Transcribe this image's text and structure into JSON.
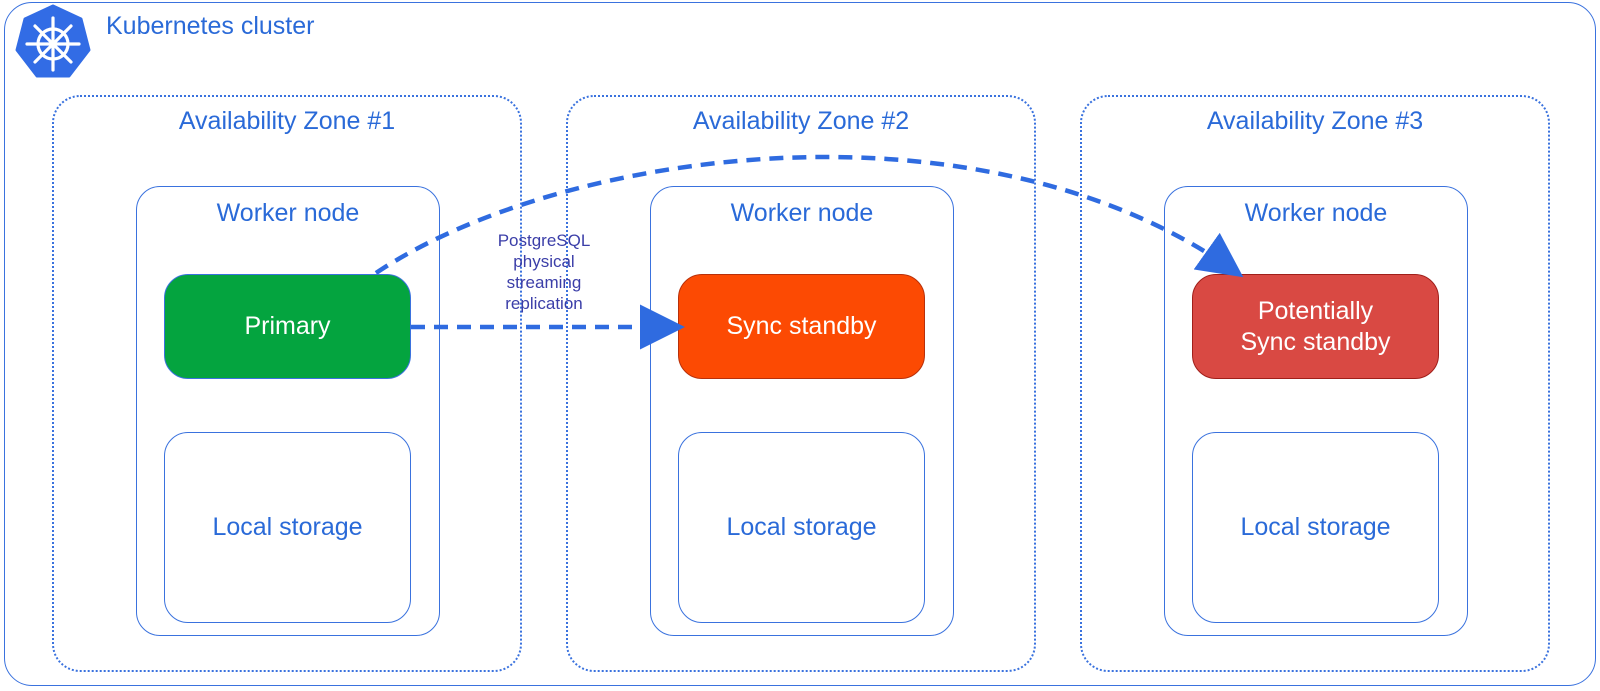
{
  "cluster": {
    "title": "Kubernetes cluster",
    "logo_icon": "kubernetes-helm-wheel-icon"
  },
  "zones": [
    {
      "title": "Availability Zone #1",
      "worker_node": {
        "title": "Worker node",
        "pod": "Primary",
        "pod_role": "primary",
        "storage": "Local storage"
      }
    },
    {
      "title": "Availability Zone #2",
      "worker_node": {
        "title": "Worker node",
        "pod": "Sync standby",
        "pod_role": "sync-standby",
        "storage": "Local storage"
      }
    },
    {
      "title": "Availability Zone #3",
      "worker_node": {
        "title": "Worker node",
        "pod_line1": "Potentially",
        "pod_line2": "Sync standby",
        "pod_role": "potential-sync-standby",
        "storage": "Local storage"
      }
    }
  ],
  "replication": {
    "label_lines": [
      "PostgreSQL",
      "physical",
      "streaming",
      "replication"
    ],
    "edges": [
      {
        "from": "Primary",
        "to": "Sync standby",
        "style": "dashed"
      },
      {
        "from": "Primary",
        "to": "Potentially Sync standby",
        "style": "dashed"
      }
    ]
  },
  "colors": {
    "outline": "#3a72de",
    "text": "#2a6ad8",
    "primary": "#04a43f",
    "sync_standby": "#fc4a03",
    "potential_standby": "#d94943",
    "label": "#3b3ea8"
  }
}
